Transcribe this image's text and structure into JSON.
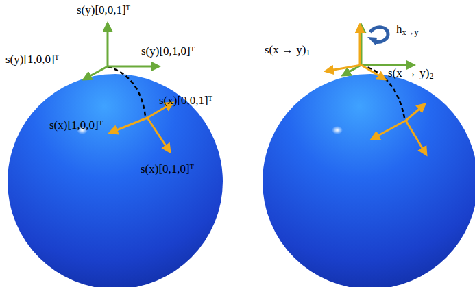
{
  "diagram": {
    "labels": [
      "s(y)[0,0,1]ᵀ",
      "s(y)[0,1,0]ᵀ",
      "s(y)[1,0,0]ᵀ",
      "s(x)[0,0,1]ᵀ",
      "s(x)[1,0,0]ᵀ",
      "s(x)[0,1,0]ᵀ",
      "s(x → y)1",
      "hx→y",
      "s(x → y)2"
    ]
  }
}
